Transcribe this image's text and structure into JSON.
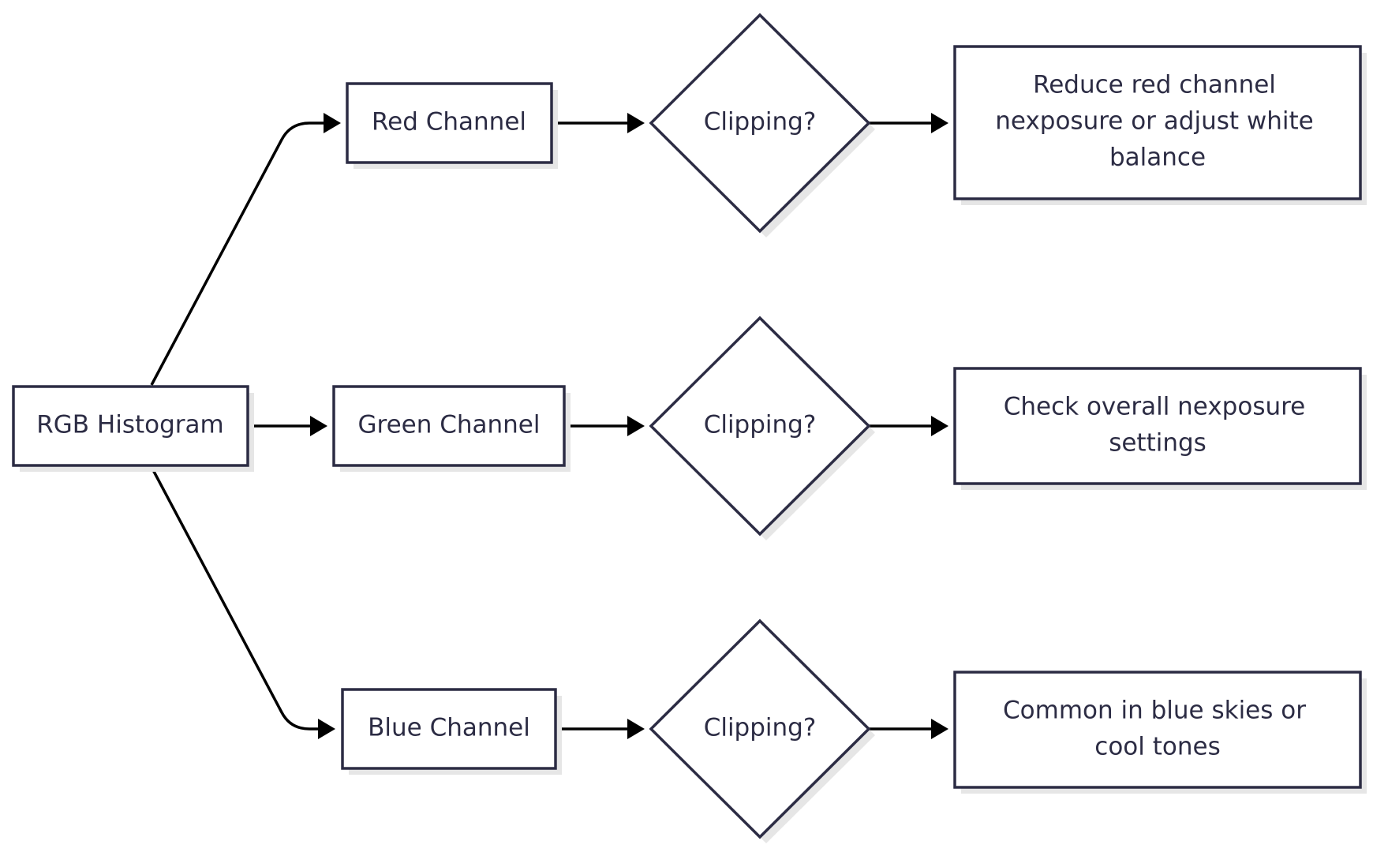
{
  "diagram": {
    "nodes": {
      "root": {
        "label": "RGB Histogram"
      },
      "red": {
        "label": "Red Channel"
      },
      "green": {
        "label": "Green Channel"
      },
      "blue": {
        "label": "Blue Channel"
      },
      "clip_red": {
        "label": "Clipping?"
      },
      "clip_green": {
        "label": "Clipping?"
      },
      "clip_blue": {
        "label": "Clipping?"
      },
      "action_red": {
        "lines": [
          "Reduce red channel",
          "nexposure or adjust white",
          "balance"
        ]
      },
      "action_green": {
        "lines": [
          "Check overall nexposure",
          "settings"
        ]
      },
      "action_blue": {
        "lines": [
          "Common in blue skies or",
          "cool tones"
        ]
      }
    },
    "edges": [
      {
        "from": "root",
        "to": "red"
      },
      {
        "from": "root",
        "to": "green"
      },
      {
        "from": "root",
        "to": "blue"
      },
      {
        "from": "red",
        "to": "clip_red"
      },
      {
        "from": "green",
        "to": "clip_green"
      },
      {
        "from": "blue",
        "to": "clip_blue"
      },
      {
        "from": "clip_red",
        "to": "action_red"
      },
      {
        "from": "clip_green",
        "to": "action_green"
      },
      {
        "from": "clip_blue",
        "to": "action_blue"
      }
    ],
    "colors": {
      "stroke": "#2c2c44",
      "text": "#2c2c44",
      "edge": "#000000",
      "shadow": "#e6e6e6",
      "fill": "#ffffff"
    }
  }
}
